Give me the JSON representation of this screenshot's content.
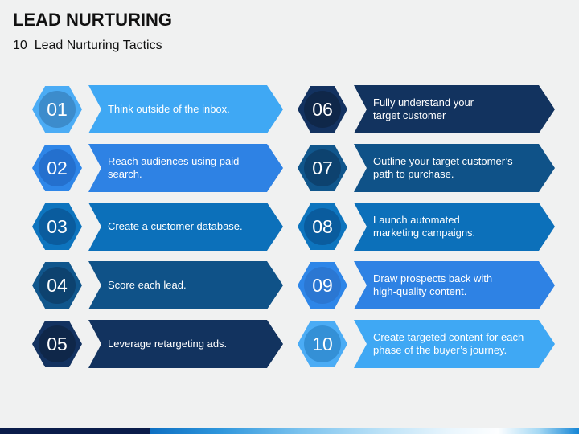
{
  "slide": {
    "title": "LEAD NURTURING",
    "subtitle": "10  Lead Nurturing Tactics",
    "background": "#F0F1F1",
    "text_color": "#111111"
  },
  "tactics": [
    {
      "number": "01",
      "line1": "Think outside of the inbox.",
      "line2": "",
      "banner_color": "#3FA8F4",
      "hex_color": "#4BACF5",
      "circle_color": "#3C8CCC"
    },
    {
      "number": "02",
      "line1": "Reach audiences using paid search.",
      "line2": "",
      "banner_color": "#2E82E4",
      "hex_color": "#2E86E8",
      "circle_color": "#2470CE"
    },
    {
      "number": "03",
      "line1": "Create a customer database.",
      "line2": "",
      "banner_color": "#0C70BA",
      "hex_color": "#0D74BE",
      "circle_color": "#0A5C9E"
    },
    {
      "number": "04",
      "line1": "Score each lead.",
      "line2": "",
      "banner_color": "#0F5288",
      "hex_color": "#10568C",
      "circle_color": "#0D426F"
    },
    {
      "number": "05",
      "line1": "Leverage retargeting ads.",
      "line2": "",
      "banner_color": "#12335F",
      "hex_color": "#133260",
      "circle_color": "#0F2749"
    },
    {
      "number": "06",
      "line1": "Fully understand your",
      "line2": "target customer",
      "banner_color": "#12335F",
      "hex_color": "#133260",
      "circle_color": "#0F2749"
    },
    {
      "number": "07",
      "line1": "Outline your target customer’s",
      "line2": "path to purchase.",
      "banner_color": "#0F5288",
      "hex_color": "#10568C",
      "circle_color": "#0D426F"
    },
    {
      "number": "08",
      "line1": "Launch automated",
      "line2": "marketing campaigns.",
      "banner_color": "#0C70BA",
      "hex_color": "#0D74BE",
      "circle_color": "#0A5C9E"
    },
    {
      "number": "09",
      "line1": "Draw prospects back with",
      "line2": "high-quality content.",
      "banner_color": "#2E82E4",
      "hex_color": "#2E86E8",
      "circle_color": "#2B77D2"
    },
    {
      "number": "10",
      "line1": "Create targeted content for each",
      "line2": "phase of the buyer’s journey.",
      "banner_color": "#3FA8F4",
      "hex_color": "#4BACF5",
      "circle_color": "#3490D6"
    }
  ],
  "footer": {
    "gradient": "linear-gradient(90deg,#0A1C4A 0%,#0A1C4A 25.8%,#0E6FC2 26%,#2E96DC 38%,#7CC3EE 52%,#BCE2F7 66%,#EAF6FD 78%,#FDFEFF 86%,#A6D9F4 93%,#1585D5 100%)",
    "left_color": "#0A1C4A",
    "mid_color": "#2E96DC",
    "highlight_color": "#FDFEFF",
    "right_color": "#1585D5"
  }
}
